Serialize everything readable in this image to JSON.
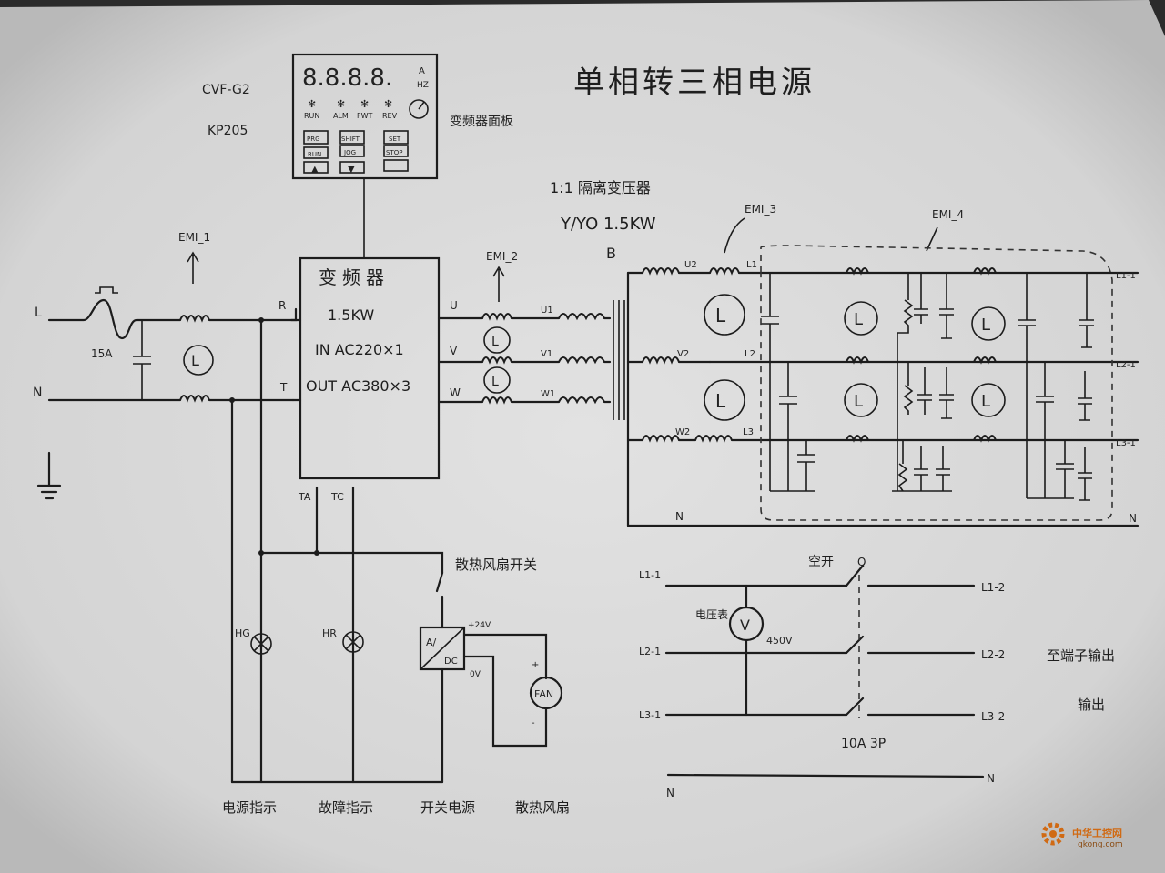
{
  "title": "单相转三相电源",
  "keypad": {
    "model": "CVF-G2",
    "part": "KP205",
    "caption": "变频器面板",
    "display_digits": "8.8.8.8.",
    "indicators": [
      "A",
      "HZ",
      "RUN",
      "ALM",
      "FWT",
      "REV"
    ],
    "keys": [
      "PRG",
      "SHIFT",
      "SET",
      "STOP",
      "JOG",
      "RUN",
      "▲",
      "▼"
    ]
  },
  "input": {
    "emi_label": "EMI_1",
    "fuse_label": "15A",
    "line_labels": [
      "L",
      "N"
    ]
  },
  "inverter": {
    "title": "变频器",
    "power": "1.5KW",
    "in_spec": "IN AC220×1",
    "out_spec": "OUT AC380×3",
    "in_terminals": [
      "R",
      "T"
    ],
    "out_terminals": [
      "U",
      "V",
      "W"
    ],
    "control_terminals": [
      "TA",
      "TC"
    ]
  },
  "emi2": {
    "label": "EMI_2",
    "out_labels": [
      "U1",
      "V1",
      "W1"
    ]
  },
  "transformer": {
    "caption": "1:1 隔离变压器",
    "spec": "Y/YO 1.5KW",
    "label": "B",
    "secondary_labels": [
      "U2",
      "V2",
      "W2"
    ]
  },
  "emi3": {
    "label": "EMI_3",
    "out_labels": [
      "L1",
      "L2",
      "L3"
    ]
  },
  "emi4": {
    "label": "EMI_4",
    "out_labels": [
      "L1-1",
      "L2-1",
      "L3-1"
    ],
    "neutral": "N"
  },
  "control": {
    "switch_label": "散热风扇开关",
    "lamp_labels": [
      "HG",
      "HR"
    ],
    "psu_label": "AC/DC",
    "psu_out": [
      "+24V",
      "0V"
    ],
    "fan_label": "FAN",
    "fan_pins": [
      "+",
      "-"
    ],
    "bottom_labels": [
      "电源指示",
      "故障指示",
      "开关电源",
      "散热风扇"
    ]
  },
  "output": {
    "in_labels": [
      "L1-1",
      "L2-1",
      "L3-1"
    ],
    "out_labels": [
      "L1-2",
      "L2-2",
      "L3-2"
    ],
    "neutral": "N",
    "meter_label": "电压表",
    "meter_symbol": "V",
    "meter_range": "450V",
    "breaker_label": "空开",
    "breaker_tag": "Q",
    "breaker_rating": "10A 3P",
    "terminal_note": "至端子输出",
    "terminal_note2": "输出"
  },
  "watermark": {
    "cn": "中华工控网",
    "url": "gkong.com"
  },
  "colors": {
    "paper": "#d9d9d9",
    "ink": "#1c1c1c",
    "watermark": "#d06a14"
  }
}
